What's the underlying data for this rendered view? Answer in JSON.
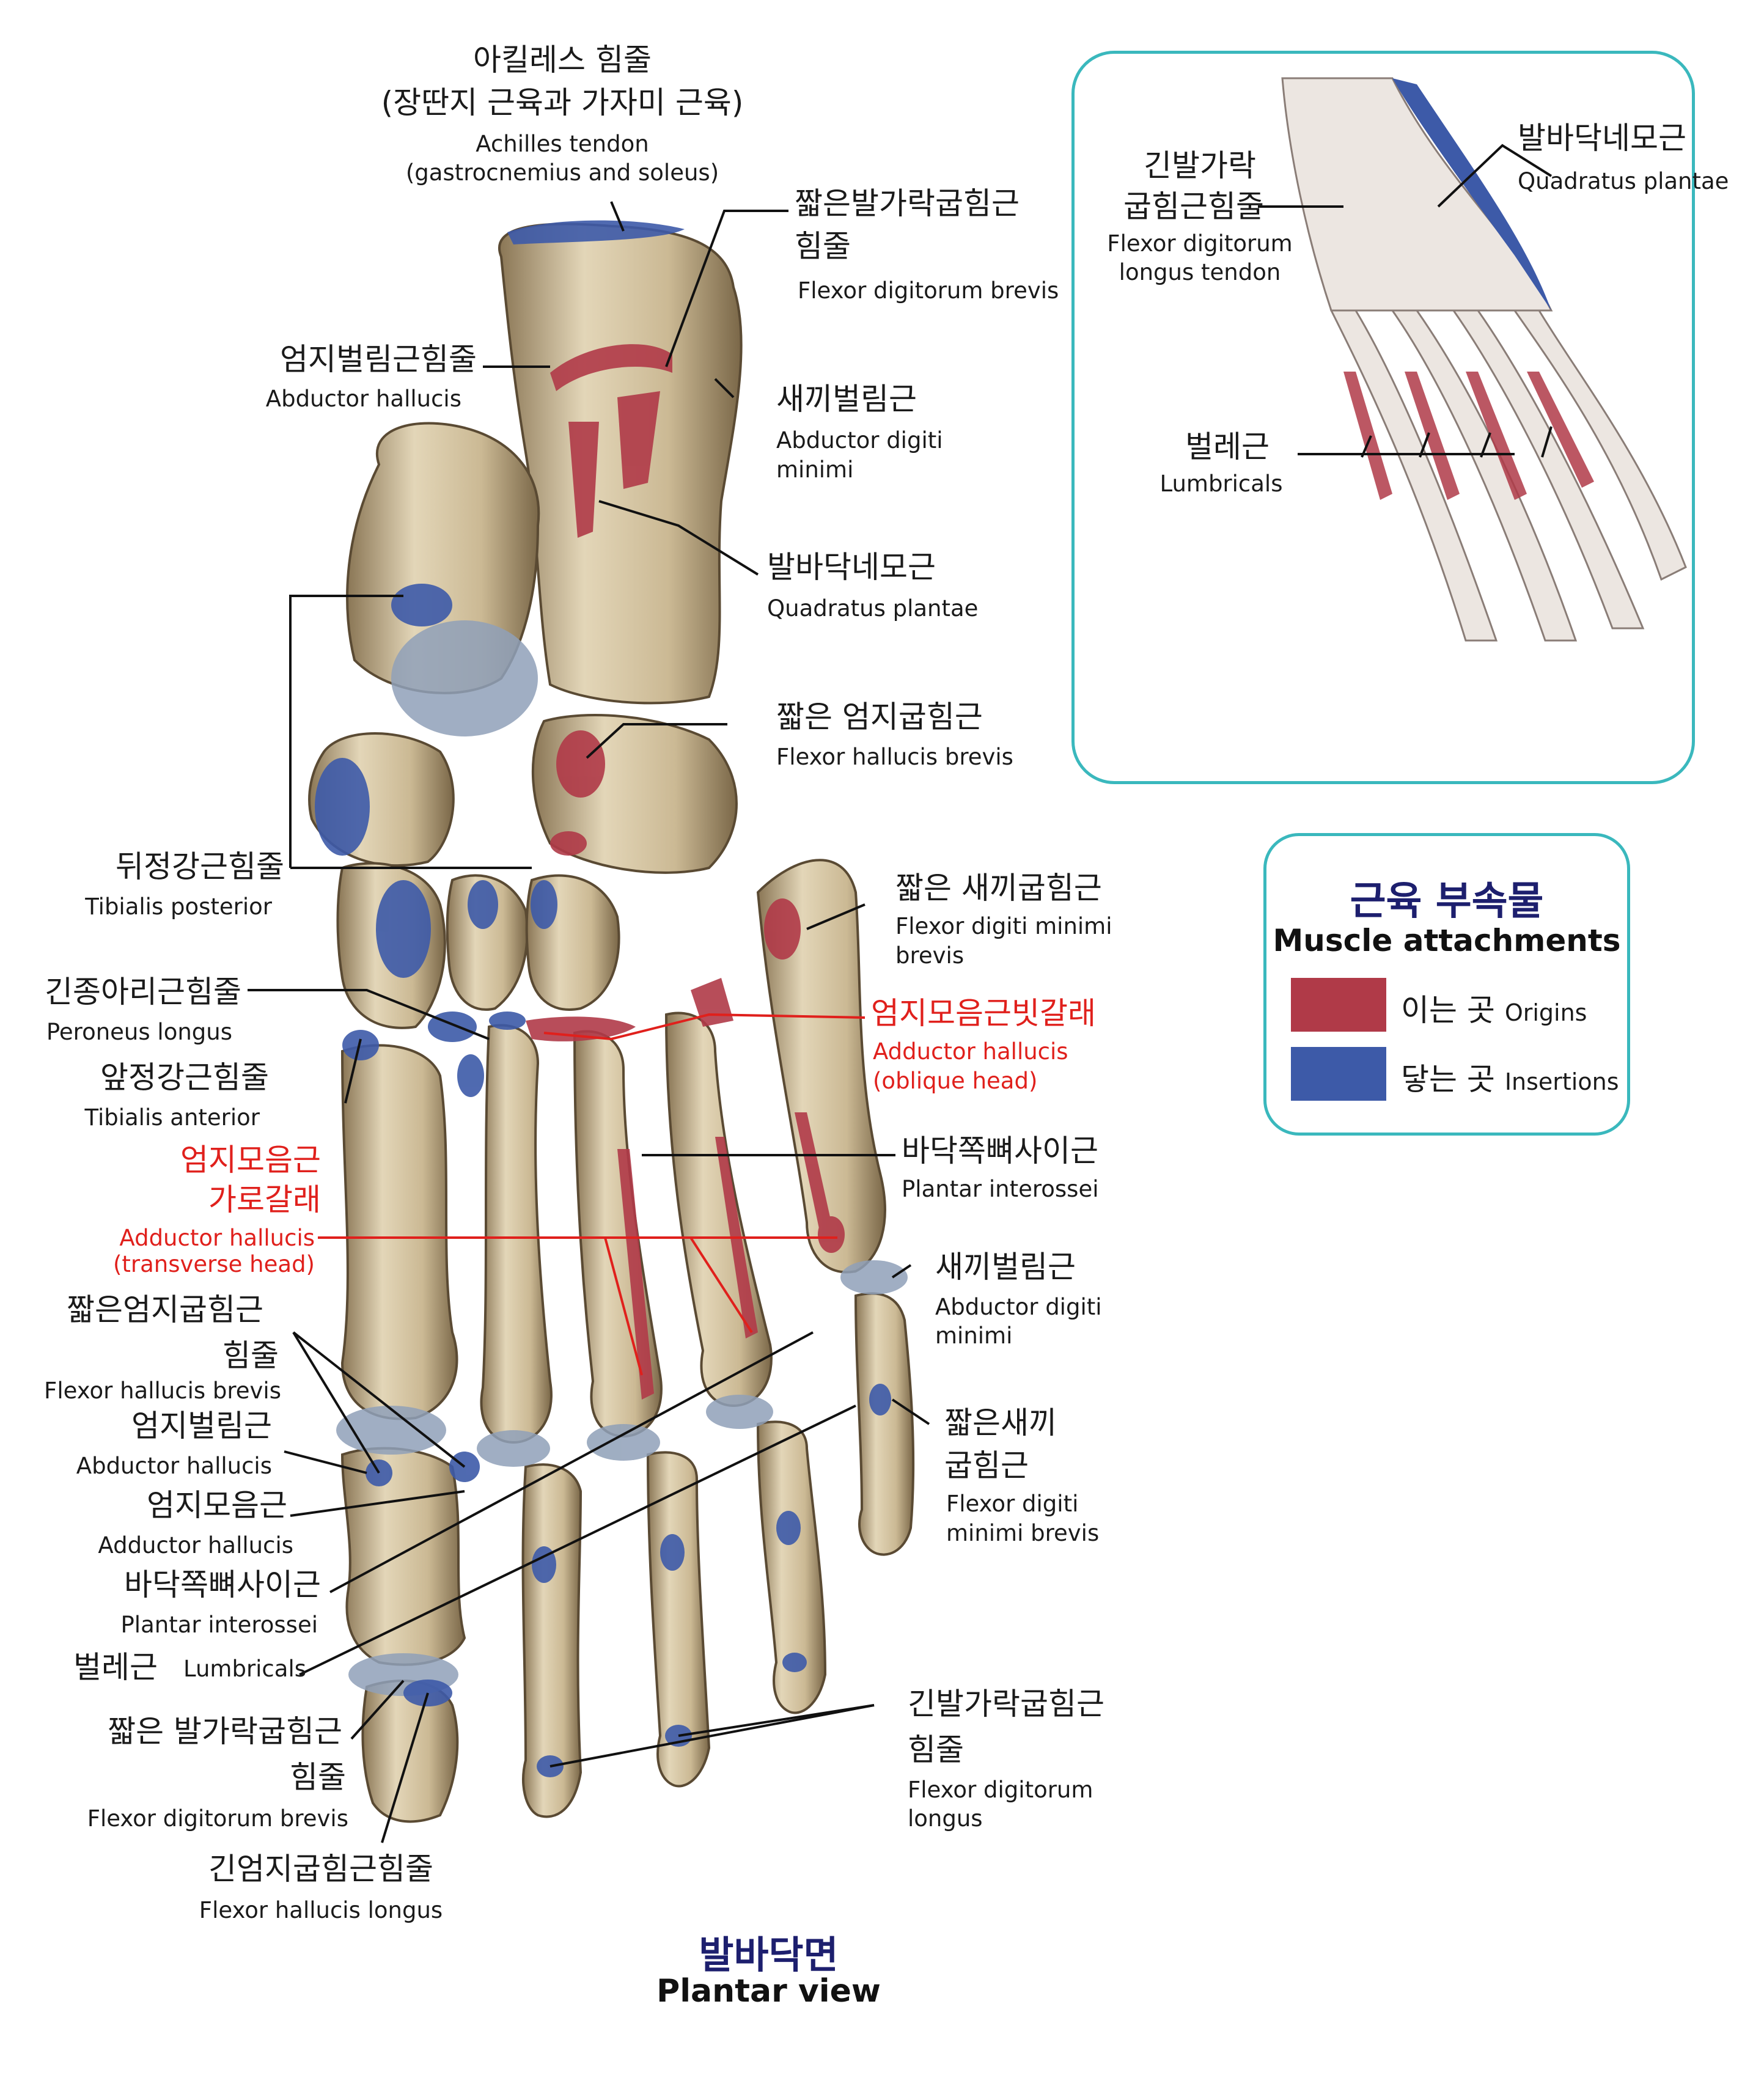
{
  "colors": {
    "origin": "#b03a48",
    "insertion": "#3d5aa8",
    "frame": "#3ab8bd",
    "bone": "#d8c9a8",
    "bone_shadow": "#7d6a4c",
    "cartilage": "#8fa0b8",
    "label_red": "#e0201c"
  },
  "labels": {
    "achilles_ko": "아킬레스 힘줄",
    "achilles_ko2": "(장딴지 근육과 가자미 근육)",
    "achilles_en": "Achilles tendon",
    "achilles_en2": "(gastrocnemius and soleus)",
    "fdb_top_ko": "짧은발가락굽힘근",
    "fdb_top_ko2": "힘줄",
    "fdb_top_en": "Flexor digitorum brevis",
    "abd_hal_top_ko": "엄지벌림근힘줄",
    "abd_hal_top_en": "Abductor hallucis",
    "adm_top_ko": "새끼벌림근",
    "adm_top_en": "Abductor digiti",
    "adm_top_en2": "minimi",
    "qp_ko": "발바닥네모근",
    "qp_en": "Quadratus plantae",
    "fhb_ko": "짧은 엄지굽힘근",
    "fhb_en": "Flexor hallucis brevis",
    "tp_ko": "뒤정강근힘줄",
    "tp_en": "Tibialis posterior",
    "fdmb_top_ko": "짧은 새끼굽힘근",
    "fdmb_top_en": "Flexor digiti minimi",
    "fdmb_top_en2": "brevis",
    "pl_ko": "긴종아리근힘줄",
    "pl_en": "Peroneus longus",
    "ahob_ko": "엄지모음근빗갈래",
    "ahob_en": "Adductor hallucis",
    "ahob_en2": "(oblique head)",
    "ta_ko": "앞정강근힘줄",
    "ta_en": "Tibialis anterior",
    "ahtr_ko": "엄지모음근",
    "ahtr_ko2": "가로갈래",
    "ahtr_en": "Adductor hallucis",
    "ahtr_en2": "(transverse head)",
    "pi_right_ko": "바닥쪽뼈사이근",
    "pi_right_en": "Plantar interossei",
    "adm_mid_ko": "새끼벌림근",
    "adm_mid_en": "Abductor digiti",
    "adm_mid_en2": "minimi",
    "fhb2_ko": "짧은엄지굽힘근",
    "fhb2_ko2": "힘줄",
    "fhb2_en": "Flexor hallucis brevis",
    "fdmb_low_ko": "짧은새끼",
    "fdmb_low_ko2": "굽힘근",
    "fdmb_low_en": "Flexor digiti",
    "fdmb_low_en2": "minimi brevis",
    "abd_hal_low_ko": "엄지벌림근",
    "abd_hal_low_en": "Abductor hallucis",
    "add_hal_ko": "엄지모음근",
    "add_hal_en": "Adductor hallucis",
    "pi_left_ko": "바닥쪽뼈사이근",
    "pi_left_en": "Plantar interossei",
    "lumb_ko": "벌레근",
    "lumb_en": "Lumbricals",
    "fdb_low_ko": "짧은 발가락굽힘근",
    "fdb_low_ko2": "힘줄",
    "fdb_low_en": "Flexor digitorum brevis",
    "fdl_ko": "긴발가락굽힘근",
    "fdl_ko2": "힘줄",
    "fdl_en": "Flexor digitorum",
    "fdl_en2": "longus",
    "fhl_ko": "긴엄지굽힘근힘줄",
    "fhl_en": "Flexor hallucis longus"
  },
  "inset": {
    "fdl_tendon_ko": "긴발가락",
    "fdl_tendon_ko2": "굽힘근힘줄",
    "fdl_tendon_en": "Flexor digitorum",
    "fdl_tendon_en2": "longus tendon",
    "qp_ko": "발바닥네모근",
    "qp_en": "Quadratus plantae",
    "lumb_ko": "벌레근",
    "lumb_en": "Lumbricals"
  },
  "legend": {
    "title_ko": "근육 부속물",
    "title_en": "Muscle attachments",
    "origin_ko": "이는 곳",
    "origin_en": "Origins",
    "insertion_ko": "닿는 곳",
    "insertion_en": "Insertions"
  },
  "view": {
    "title_ko": "발바닥면",
    "title_en": "Plantar view"
  }
}
